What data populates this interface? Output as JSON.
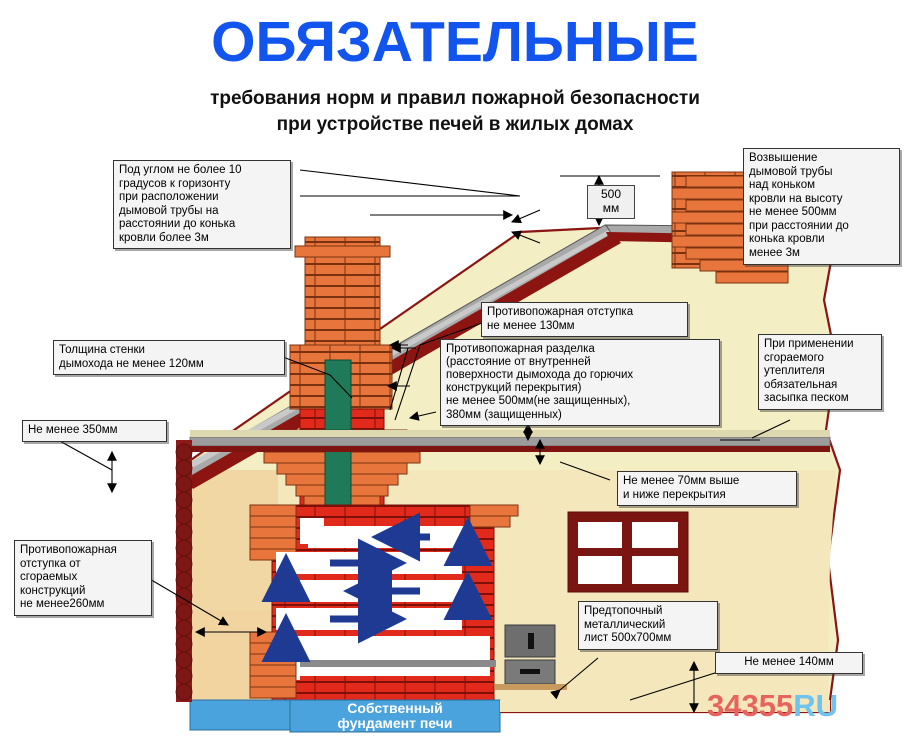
{
  "header": {
    "title": "ОБЯЗАТЕЛЬНЫЕ",
    "subtitle_line1": "требования норм и правил пожарной безопасности",
    "subtitle_line2": "при устройстве печей в жилых домах",
    "title_color": "#1155ee"
  },
  "callouts": {
    "chimney_angle": "Под углом не более 10\nградусов к горизонту\nпри расположении\nдымовой трубы на\nрасстоянии до конька\nкровли более 3м",
    "chimney_height": "Возвышение\nдымовой трубы\nнад коньком\nкровли на высоту\nне менее 500мм\nпри расстоянии до\nконька кровли\nменее 3м",
    "fire_gap_130": "Противопожарная отступка\nне менее 130мм",
    "fire_cut": "Противопожарная разделка\n(расстояние от внутренней\nповерхности дымохода до горючих\nконструкций перекрытия)\nне менее 500мм(не защищенных),\n380мм (защищенных)",
    "wall_thickness": "Толщина стенки\nдымохода не менее 120мм",
    "min_350": "Не менее 350мм",
    "insulation_sand": "При применении\nсгораемого\nутеплителя\nобязательная\nзасыпка песком",
    "min_70": "Не менее 70мм выше\nи ниже перекрытия",
    "gap_260": "Противопожарная\nотступка от\nсгораемых\nконструкций\nне менее260мм",
    "metal_sheet": "Предтопочный\nметаллический\nлист 500х700мм",
    "min_140": "Не менее 140мм",
    "dim_500": "500\nмм",
    "foundation": "Собственный\nфундамент печи"
  },
  "watermark": {
    "part_red": "34355",
    "part_blue": "RU"
  },
  "colors": {
    "brick_orange": "#e8703a",
    "brick_red": "#e02020",
    "wall_cream": "#f2edc0",
    "wall_tan": "#f0d9a8",
    "roof_gray": "#a8a8a8",
    "roof_dark_red": "#8c1a16",
    "log_wall": "#8c1a18",
    "flue_green": "#1f7a5a",
    "foundation_blue": "#4aa3dd",
    "arrow_blue": "#1f3a93",
    "window_frame": "#7a1512"
  }
}
